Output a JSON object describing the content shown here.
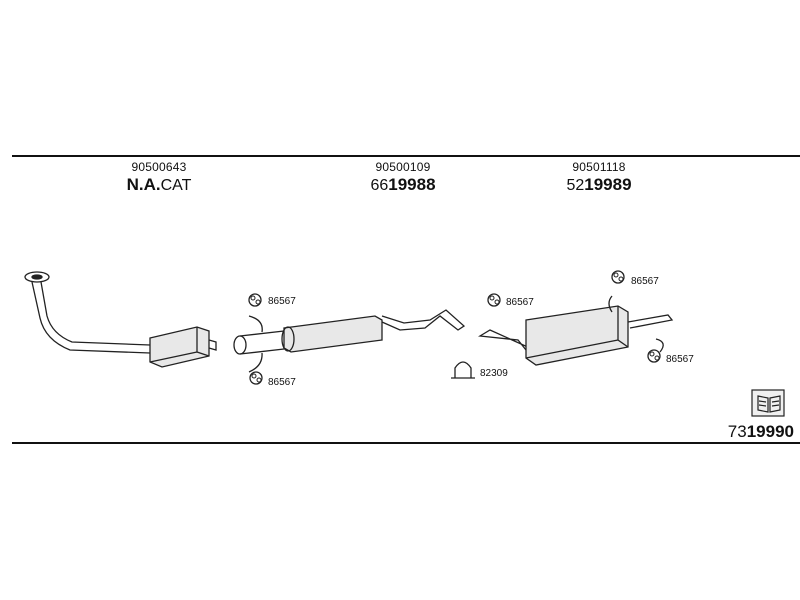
{
  "header": {
    "col1": {
      "part_no": "90500643",
      "title_bold": "N.A.",
      "title_rest": "CAT"
    },
    "col2": {
      "part_no": "90500109",
      "prefix": "66",
      "number": "19988"
    },
    "col3": {
      "part_no": "90501118",
      "prefix": "52",
      "number": "19989"
    }
  },
  "parts": {
    "hanger_a_top": "86567",
    "hanger_a_bottom": "86567",
    "hanger_b": "86567",
    "hanger_c_top": "86567",
    "hanger_c_bottom": "86567",
    "clamp": "82309"
  },
  "footer": {
    "prefix": "73",
    "number": "19990"
  },
  "icons": [
    "book-icon"
  ]
}
